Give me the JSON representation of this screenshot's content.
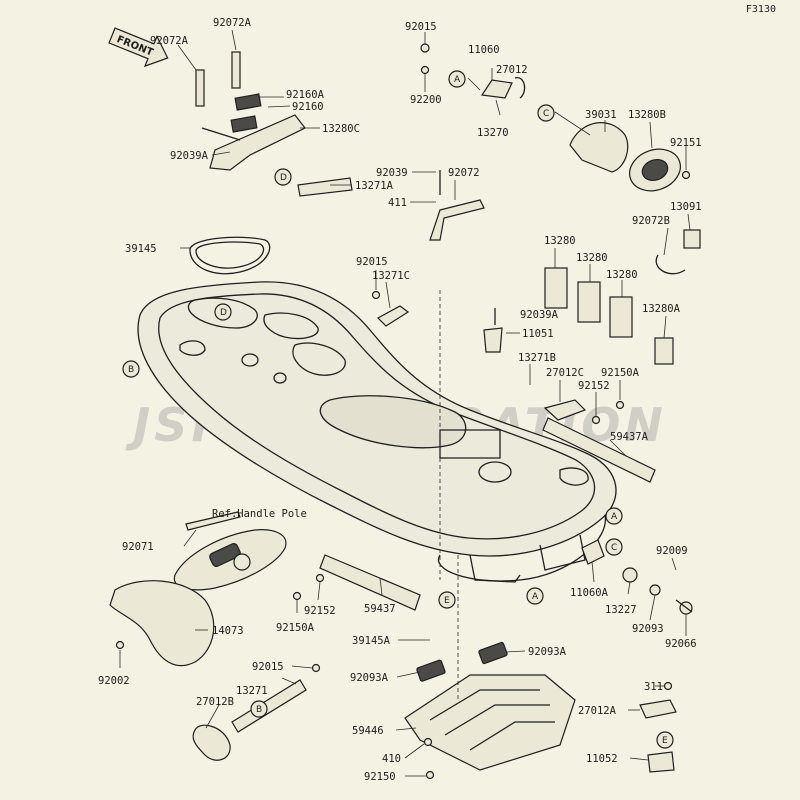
{
  "figure_code": "F3130",
  "front_label": "FRONT",
  "ref_note": "Ref.Handle Pole",
  "watermark": "JSP CORPORATION",
  "part_numbers": [
    {
      "id": "p-92072A-top",
      "text": "92072A"
    },
    {
      "id": "p-92072A-left",
      "text": "92072A"
    },
    {
      "id": "p-92160A",
      "text": "92160A"
    },
    {
      "id": "p-92160",
      "text": "92160"
    },
    {
      "id": "p-13280C",
      "text": "13280C"
    },
    {
      "id": "p-92039A-left",
      "text": "92039A"
    },
    {
      "id": "p-13271A",
      "text": "13271A"
    },
    {
      "id": "p-92015-top",
      "text": "92015"
    },
    {
      "id": "p-11060",
      "text": "11060"
    },
    {
      "id": "p-27012",
      "text": "27012"
    },
    {
      "id": "p-92200",
      "text": "92200"
    },
    {
      "id": "p-13270",
      "text": "13270"
    },
    {
      "id": "p-39031",
      "text": "39031"
    },
    {
      "id": "p-13280B",
      "text": "13280B"
    },
    {
      "id": "p-92151",
      "text": "92151"
    },
    {
      "id": "p-92039",
      "text": "92039"
    },
    {
      "id": "p-92072",
      "text": "92072"
    },
    {
      "id": "p-411-top",
      "text": "411"
    },
    {
      "id": "p-13091",
      "text": "13091"
    },
    {
      "id": "p-92072B",
      "text": "92072B"
    },
    {
      "id": "p-39145",
      "text": "39145"
    },
    {
      "id": "p-13280-a",
      "text": "13280"
    },
    {
      "id": "p-13280-b",
      "text": "13280"
    },
    {
      "id": "p-13280-c",
      "text": "13280"
    },
    {
      "id": "p-92015-mid",
      "text": "92015"
    },
    {
      "id": "p-13271C",
      "text": "13271C"
    },
    {
      "id": "p-92039A-mid",
      "text": "92039A"
    },
    {
      "id": "p-13280A",
      "text": "13280A"
    },
    {
      "id": "p-11051",
      "text": "11051"
    },
    {
      "id": "p-13271B",
      "text": "13271B"
    },
    {
      "id": "p-27012C",
      "text": "27012C"
    },
    {
      "id": "p-92150A-right",
      "text": "92150A"
    },
    {
      "id": "p-92152-right",
      "text": "92152"
    },
    {
      "id": "p-59437A",
      "text": "59437A"
    },
    {
      "id": "p-92071",
      "text": "92071"
    },
    {
      "id": "p-92009",
      "text": "92009"
    },
    {
      "id": "p-92152-left",
      "text": "92152"
    },
    {
      "id": "p-92150A-left",
      "text": "92150A"
    },
    {
      "id": "p-59437",
      "text": "59437"
    },
    {
      "id": "p-11060A",
      "text": "11060A"
    },
    {
      "id": "p-13227",
      "text": "13227"
    },
    {
      "id": "p-14073",
      "text": "14073"
    },
    {
      "id": "p-92093",
      "text": "92093"
    },
    {
      "id": "p-92066",
      "text": "92066"
    },
    {
      "id": "p-39145A",
      "text": "39145A"
    },
    {
      "id": "p-92093A-right",
      "text": "92093A"
    },
    {
      "id": "p-92002",
      "text": "92002"
    },
    {
      "id": "p-92015-bottom",
      "text": "92015"
    },
    {
      "id": "p-13271",
      "text": "13271"
    },
    {
      "id": "p-92093A-left",
      "text": "92093A"
    },
    {
      "id": "p-311",
      "text": "311"
    },
    {
      "id": "p-27012B",
      "text": "27012B"
    },
    {
      "id": "p-27012A",
      "text": "27012A"
    },
    {
      "id": "p-59446",
      "text": "59446"
    },
    {
      "id": "p-410",
      "text": "410"
    },
    {
      "id": "p-11052",
      "text": "11052"
    },
    {
      "id": "p-92150",
      "text": "92150"
    }
  ],
  "ref_letters": [
    {
      "id": "r-A-1",
      "text": "A"
    },
    {
      "id": "r-C-1",
      "text": "C"
    },
    {
      "id": "r-D-1",
      "text": "D"
    },
    {
      "id": "r-D-2",
      "text": "D"
    },
    {
      "id": "r-B-1",
      "text": "B"
    },
    {
      "id": "r-A-2",
      "text": "A"
    },
    {
      "id": "r-C-2",
      "text": "C"
    },
    {
      "id": "r-A-3",
      "text": "A"
    },
    {
      "id": "r-E-1",
      "text": "E"
    },
    {
      "id": "r-B-2",
      "text": "B"
    },
    {
      "id": "r-E-2",
      "text": "E"
    }
  ]
}
